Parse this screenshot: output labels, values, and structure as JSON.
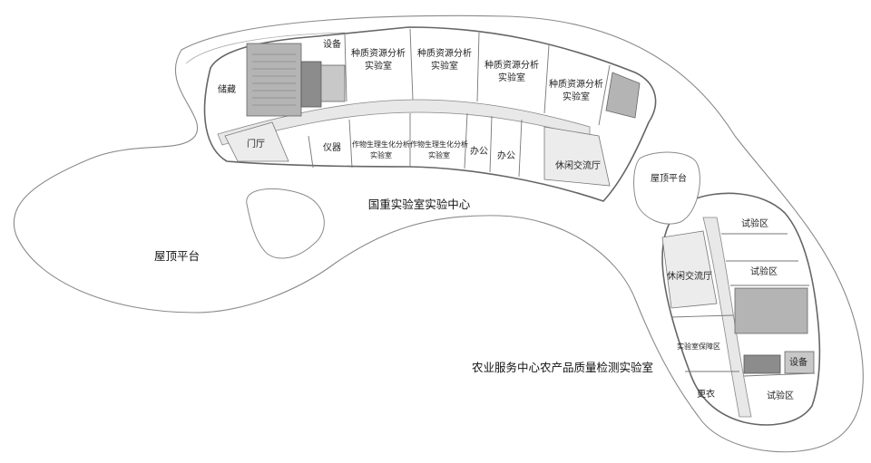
{
  "labels": {
    "roof_platform_left": "屋顶平台",
    "roof_platform_right": "屋顶平台",
    "building1_title": "国重实验室实验中心",
    "building2_title": "农业服务中心农产品质量检测实验室",
    "storage": "储藏",
    "equipment_top": "设备",
    "germplasm_lab": "种质资源分析",
    "lab_suffix": "实验室",
    "lobby": "门厅",
    "instrument": "仪器",
    "crop_physio_lab": "作物生理生化分析",
    "office": "办公",
    "lounge": "休闲交流厅",
    "test_area": "试验区",
    "lab_security": "实验室保障区",
    "changing": "更衣",
    "equipment_bottom": "设备"
  },
  "colors": {
    "outline": "#8a8a8a",
    "floor": "#ffffff",
    "core_grey": "#b4b4b4",
    "corridor": "#e8e8e8",
    "dark_core": "#8c8c8c"
  }
}
